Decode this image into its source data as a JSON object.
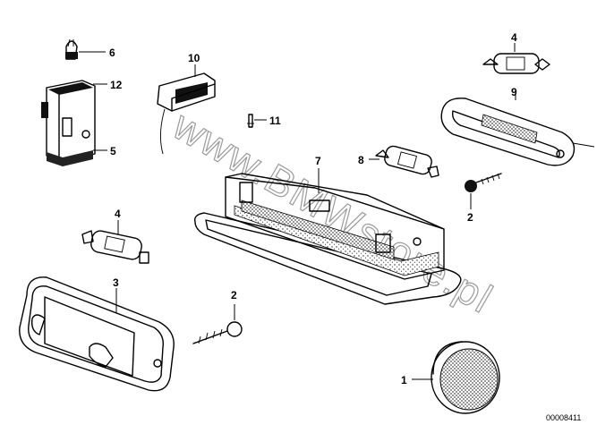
{
  "diagram": {
    "catalog_number": "00008411",
    "watermark": "www.BMWstore.pl",
    "callouts": {
      "c6": "6",
      "c12": "12",
      "c5": "5",
      "c10": "10",
      "c11": "11",
      "c4a": "4",
      "c9": "9",
      "c8": "8",
      "c7": "7",
      "c2a": "2",
      "c4b": "4",
      "c3": "3",
      "c2b": "2",
      "c1": "1"
    }
  }
}
